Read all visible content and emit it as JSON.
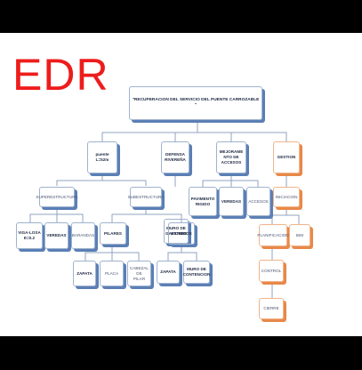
{
  "header": {
    "title": "EDR"
  },
  "nodes": {
    "root": "\"RECUPERACION DEL SERVICIO DEL PUENTE CARROZABLE \"",
    "puente": "puente\nL=52m",
    "defensa": "DEFENSA\nRIVEREÑA",
    "mejoramiento": "MEJORAME\nNTO DE\nACCESOS",
    "gestion": "GESTION",
    "superestructura": "SUPERESTRUCTURA",
    "subestructura": "SUBESTRUCTURA",
    "muro_gaviones": "MURO DE\nGAVIONES",
    "pavimento": "PAVIMENTO\nRIGIDO",
    "veredas_acc": "VEREDAS",
    "accesos": "ACCESOS",
    "iniciacion": "INICIACION",
    "viga_losa": "VIGA-LOSA\nE=0.2",
    "veredas": "VEREDAS",
    "barandas": "BARANDAS",
    "pilares": "PILARES",
    "estribos": "ESTRIBOS",
    "planificacion": "PLANIFICACION",
    "bim": "BIM",
    "zapata_p": "ZAPATA",
    "placa": "PLACA",
    "cabezal": "CABEZAL DE\nPILAR",
    "zapata_e": "ZAPATA",
    "muro_contencion": "MURO DE\nCONTENCION",
    "control": "CONTROL",
    "cierre": "CIERRE"
  }
}
